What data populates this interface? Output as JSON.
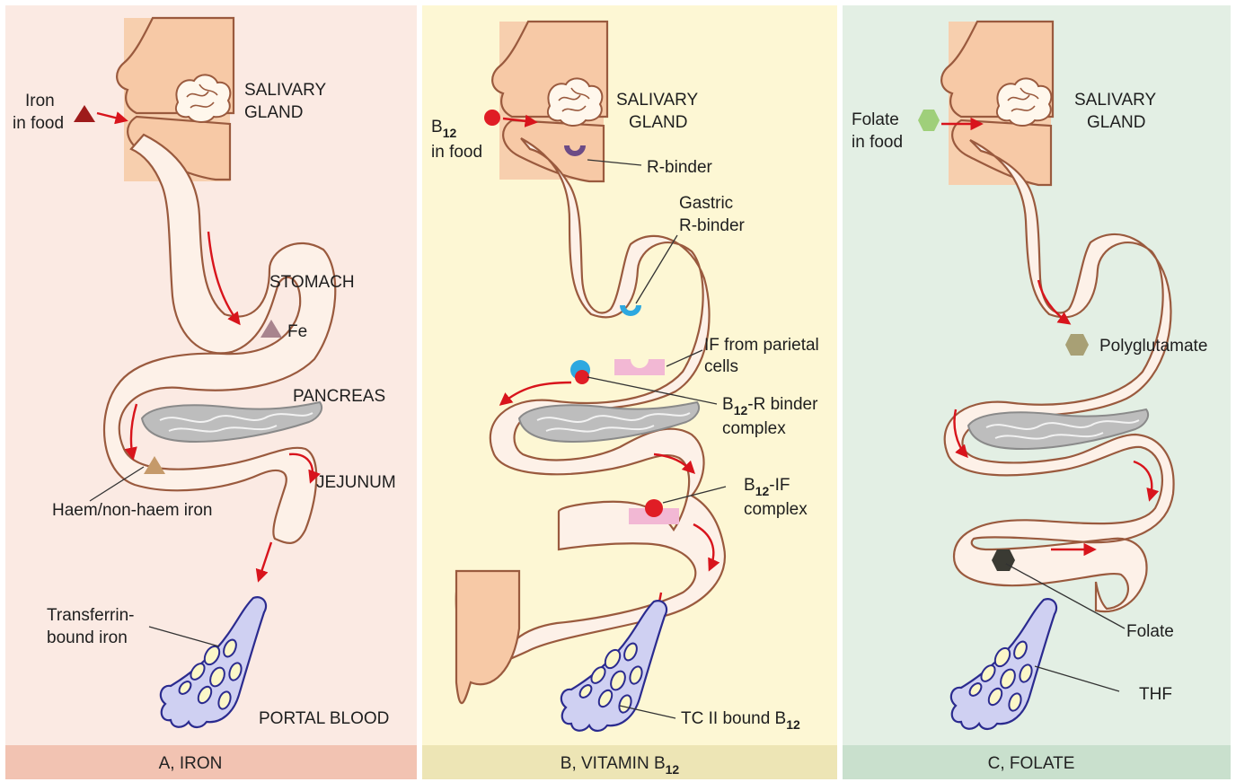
{
  "panels": [
    {
      "id": "iron",
      "bg": "#fbeae3",
      "caption_bg": "#f2c3b2",
      "caption": "A, IRON",
      "labels": {
        "food": [
          "Iron",
          "in food"
        ],
        "gland": [
          "SALIVARY",
          "GLAND"
        ],
        "stomach": "STOMACH",
        "fe": "Fe",
        "pancreas": "PANCREAS",
        "jejunum": "JEJUNUM",
        "haem": "Haem/non-haem iron",
        "transferrin": [
          "Transferrin-",
          "bound iron"
        ],
        "portal": "PORTAL BLOOD"
      }
    },
    {
      "id": "b12",
      "bg": "#fdf7d4",
      "caption_bg": "#ede5b5",
      "caption": "B, VITAMIN B",
      "caption_sub": "12",
      "labels": {
        "food_b": "B",
        "food_sub": "12",
        "food_rest": "in food",
        "gland": [
          "SALIVARY",
          "GLAND"
        ],
        "rbinder": "R-binder",
        "gastric": [
          "Gastric",
          "R-binder"
        ],
        "if_parietal": [
          "IF from parietal",
          "cells"
        ],
        "b12r_b": "B",
        "b12r_sub": "12",
        "b12r_rest": "-R binder",
        "b12r_line2": "complex",
        "b12if_b": "B",
        "b12if_sub": "12",
        "b12if_rest": "-IF",
        "b12if_line2": "complex",
        "tc_main": "TC II bound B",
        "tc_sub": "12"
      }
    },
    {
      "id": "folate",
      "bg": "#e3efe4",
      "caption_bg": "#c9e0cd",
      "caption": "C, FOLATE",
      "labels": {
        "food": [
          "Folate",
          "in food"
        ],
        "gland": [
          "SALIVARY",
          "GLAND"
        ],
        "polyglutamate": "Polyglutamate",
        "folate": "Folate",
        "thf": "THF"
      }
    }
  ],
  "colors": {
    "iron_marker": "#9e1b1b",
    "fe_marker": "#a8848e",
    "haem_marker": "#c59a6a",
    "b12_marker": "#e01d25",
    "rbinder_marker": "#6c4b86",
    "gastric_marker": "#2da8e0",
    "if_marker": "#f2b8d4",
    "folate_food_marker": "#9fcf7a",
    "polyglutamate_marker": "#a8a075",
    "folate_marker": "#3a3a33",
    "arrow": "#d8141c"
  }
}
